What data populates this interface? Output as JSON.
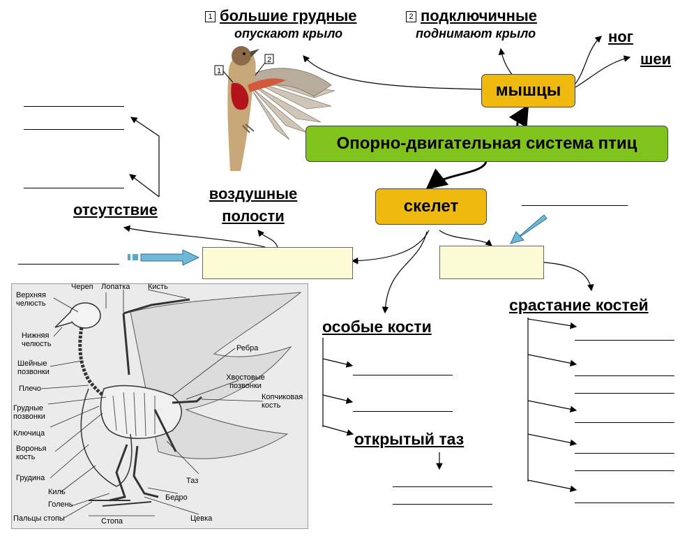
{
  "muscles": {
    "group1": {
      "num": "1",
      "name": "большие грудные",
      "action": "опускают крыло"
    },
    "group2": {
      "num": "2",
      "name": "подключичные",
      "action": "поднимают крыло"
    },
    "leg": "ног",
    "neck": "шеи"
  },
  "nodes": {
    "muscles": "мышцы",
    "system": "Опорно-двигательная система птиц",
    "skeleton": "скелет"
  },
  "branches": {
    "absence": "отсутствие",
    "air_cavities": "воздушные полости",
    "special_bones": "особые кости",
    "fusion": "срастание костей",
    "open_pelvis": "открытый таз"
  },
  "bird_photo": {
    "marker1": "1",
    "marker2": "2"
  },
  "skeleton_labels": {
    "upper_jaw": "Верхняя челюсть",
    "lower_jaw": "Нижняя челюсть",
    "neck_vertebrae": "Шейные позвонки",
    "shoulder": "Плечо",
    "chest_vertebrae": "Грудные позвонки",
    "clavicle": "Ключица",
    "coracoid": "Воронья кость",
    "sternum": "Грудина",
    "keel": "Киль",
    "shin": "Голень",
    "toes": "Пальцы стопы",
    "foot": "Стопа",
    "skull": "Череп",
    "scapula": "Лопатка",
    "hand": "Кисть",
    "ribs": "Ребра",
    "tail_vertebrae": "Хвостовые позвонки",
    "pygostyle": "Копчиковая кость",
    "pelvis": "Таз",
    "femur": "Бедро",
    "tarsus": "Цевка"
  },
  "colors": {
    "node_gold": "#efb90e",
    "node_green": "#7fc31c",
    "answer_box": "#fdfbd6",
    "bird_red": "#b3131a"
  }
}
